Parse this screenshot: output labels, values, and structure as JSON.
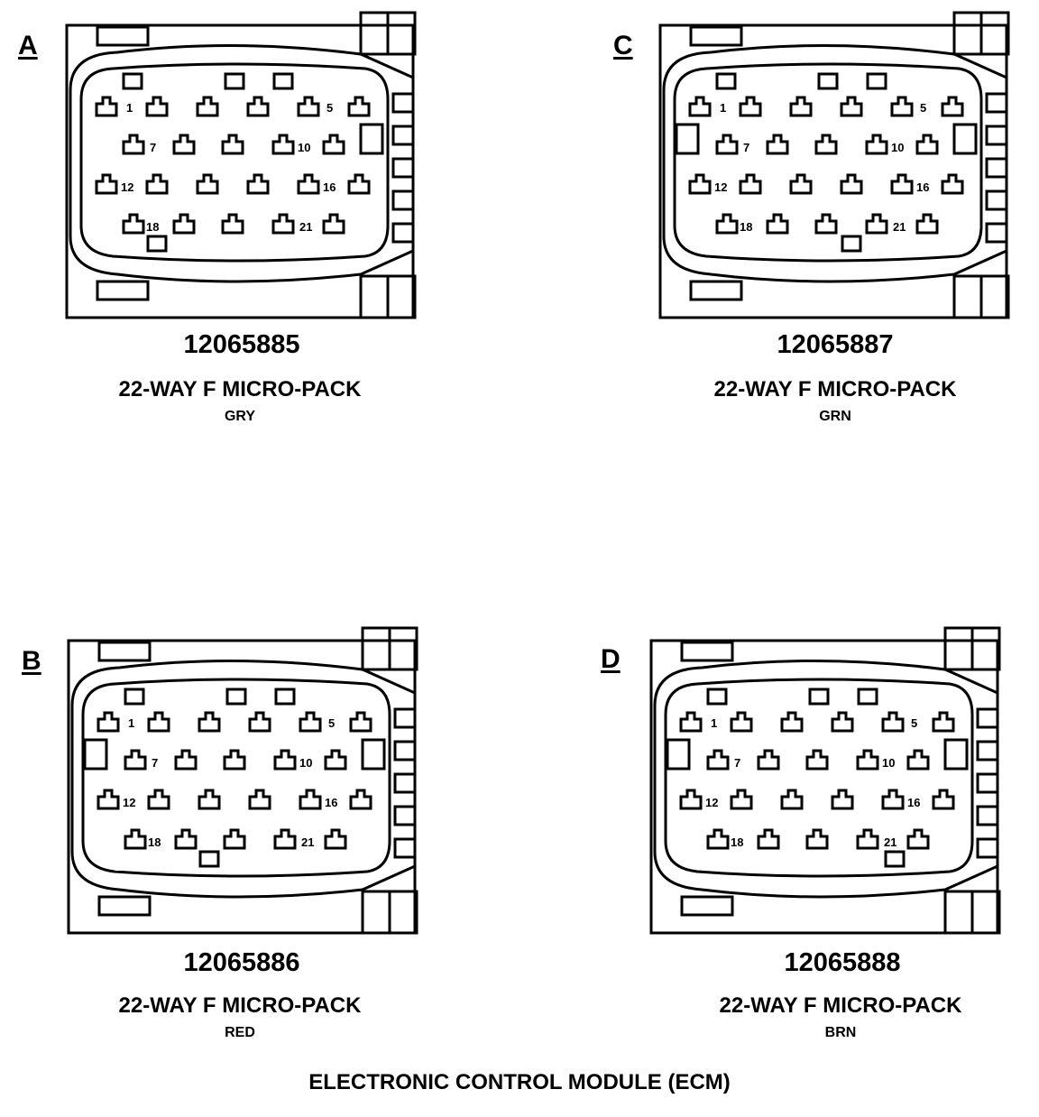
{
  "footer_title": "ELECTRONIC CONTROL MODULE (ECM)",
  "pin_numbers": [
    "1",
    "5",
    "7",
    "10",
    "12",
    "16",
    "18",
    "21"
  ],
  "connectors": [
    {
      "letter": "A",
      "part_number": "12065885",
      "type": "22-WAY F MICRO-PACK",
      "color": "GRY"
    },
    {
      "letter": "C",
      "part_number": "12065887",
      "type": "22-WAY F MICRO-PACK",
      "color": "GRN"
    },
    {
      "letter": "B",
      "part_number": "12065886",
      "type": "22-WAY F MICRO-PACK",
      "color": "RED"
    },
    {
      "letter": "D",
      "part_number": "12065888",
      "type": "22-WAY F MICRO-PACK",
      "color": "BRN"
    }
  ]
}
